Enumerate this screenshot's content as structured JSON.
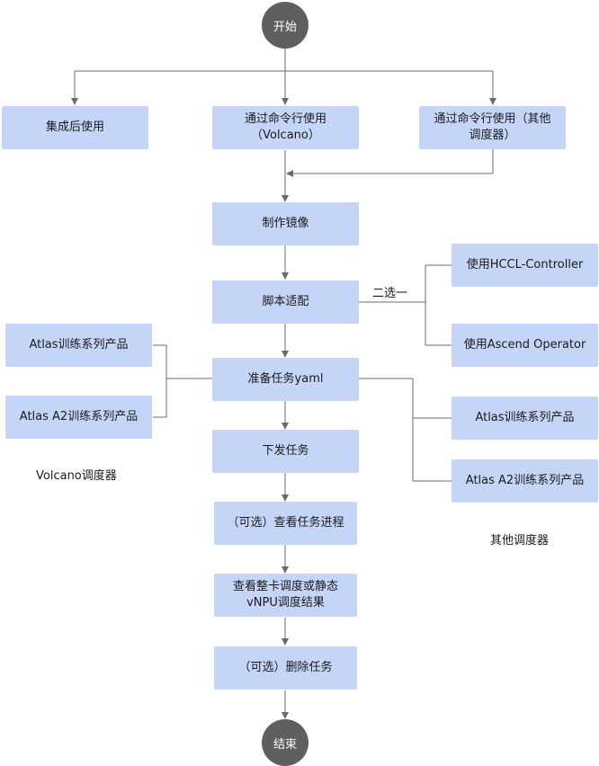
{
  "start": "开始",
  "end": "结束",
  "modes": {
    "integrated": "集成后使用",
    "cli_volcano": "通过命令行使用\n（Volcano）",
    "cli_other": "通过命令行使用（其他\n调度器）"
  },
  "steps": {
    "make_image": "制作镜像",
    "script_adapt": "脚本适配",
    "prepare_yaml": "准备任务yaml",
    "dispatch": "下发任务",
    "view_progress": "（可选）查看任务进程",
    "view_result": "查看整卡调度或静态\nvNPU调度结果",
    "delete_task": "（可选）删除任务"
  },
  "choose_one": "二选一",
  "options": {
    "hccl": "使用HCCL-Controller",
    "ascend_operator": "使用Ascend Operator"
  },
  "volcano_group": {
    "a1": "Atlas训练系列产品",
    "a2": "Atlas A2训练系列产品",
    "caption": "Volcano调度器"
  },
  "other_group": {
    "a1": "Atlas训练系列产品",
    "a2": "Atlas A2训练系列产品",
    "caption": "其他调度器"
  },
  "colors": {
    "box": "#c5d5f7",
    "circle": "#5f5f5f",
    "line": "#6b6b6b"
  }
}
